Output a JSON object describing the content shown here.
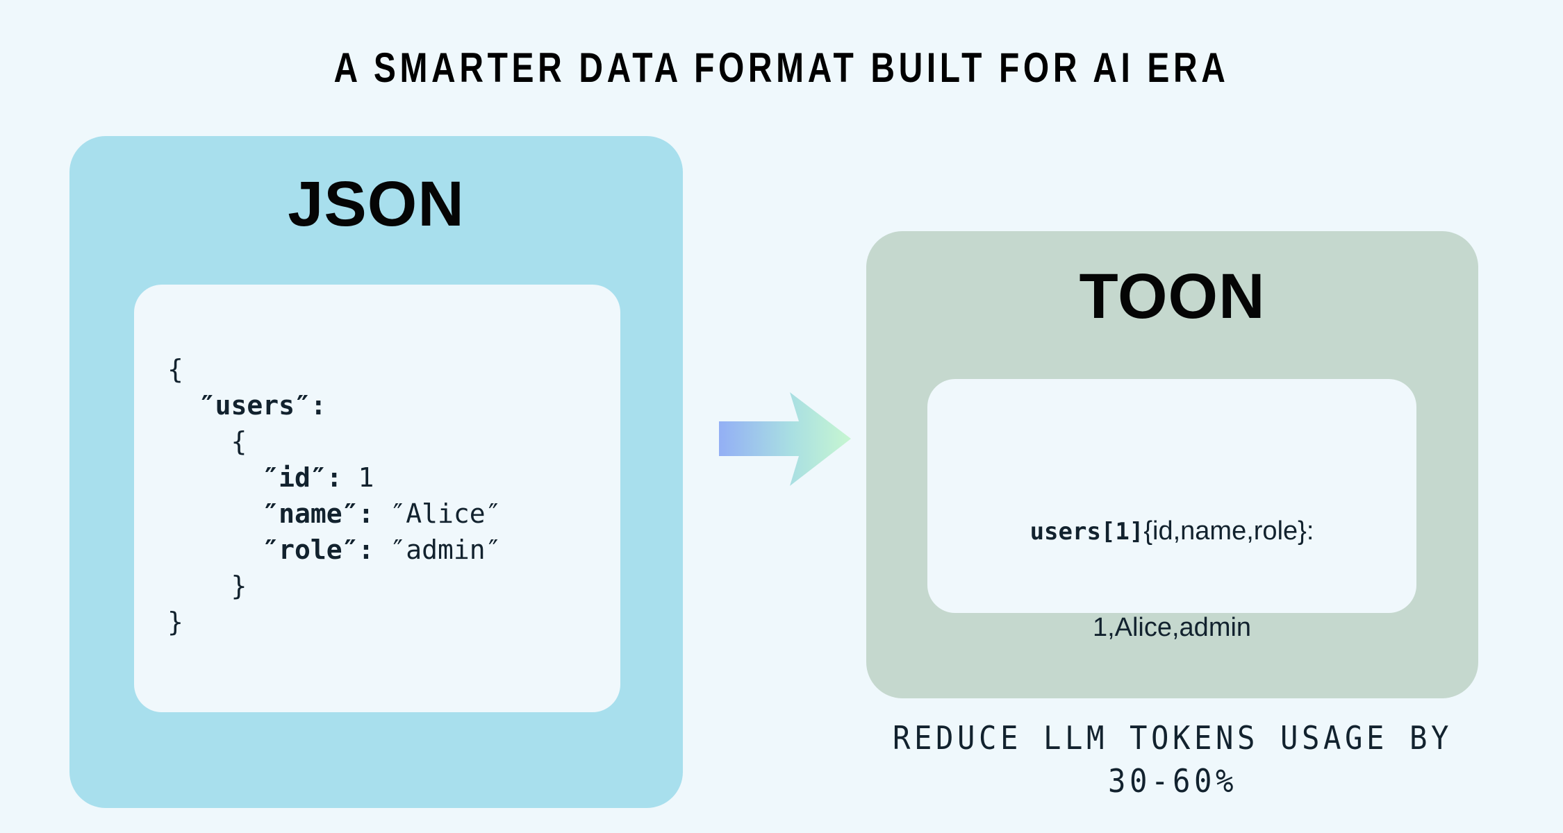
{
  "page": {
    "headline": "A SMARTER DATA FORMAT BUILT FOR AI ERA",
    "background_color": "#eff8fc"
  },
  "json_panel": {
    "title": "JSON",
    "panel_color": "#a8dfed",
    "card_color": "#f0f8fc",
    "code_lines": [
      {
        "indent": 0,
        "segments": [
          {
            "text": "{",
            "style": "brace"
          }
        ]
      },
      {
        "indent": 1,
        "segments": [
          {
            "text": "″users″:",
            "style": "key"
          }
        ]
      },
      {
        "indent": 2,
        "segments": [
          {
            "text": "{",
            "style": "brace"
          }
        ]
      },
      {
        "indent": 3,
        "segments": [
          {
            "text": "″id″:",
            "style": "key"
          },
          {
            "text": " 1",
            "style": "value"
          }
        ]
      },
      {
        "indent": 3,
        "segments": [
          {
            "text": "″name″:",
            "style": "key"
          },
          {
            "text": " ″Alice″",
            "style": "value"
          }
        ]
      },
      {
        "indent": 3,
        "segments": [
          {
            "text": "″role″:",
            "style": "key"
          },
          {
            "text": " ″admin″",
            "style": "value"
          }
        ]
      },
      {
        "indent": 2,
        "segments": [
          {
            "text": "}",
            "style": "brace"
          }
        ]
      },
      {
        "indent": 0,
        "segments": [
          {
            "text": "}",
            "style": "brace"
          }
        ]
      }
    ],
    "raw_code": "{\n  ″users″:\n    {\n      ″id″: 1\n      ″name″: ″Alice″\n      ″role″: ″admin″\n    }\n}"
  },
  "arrow": {
    "icon": "right-arrow-icon",
    "direction": "right",
    "gradient_start": "#93aff5",
    "gradient_end": "#c7f6d1"
  },
  "toon_panel": {
    "title": "TOON",
    "panel_color": "#c5d8ce",
    "card_color": "#f0f8fc",
    "code_prefix": "users[1]",
    "code_schema": "{id,name,role}:",
    "code_row": "1,Alice,admin",
    "raw_code": "users[1]{id,name,role}:\n1,Alice,admin"
  },
  "caption": {
    "line1": "REDUCE LLM TOKENS USAGE BY",
    "line2": "30-60%",
    "text": "REDUCE LLM TOKENS USAGE BY 30-60%"
  }
}
